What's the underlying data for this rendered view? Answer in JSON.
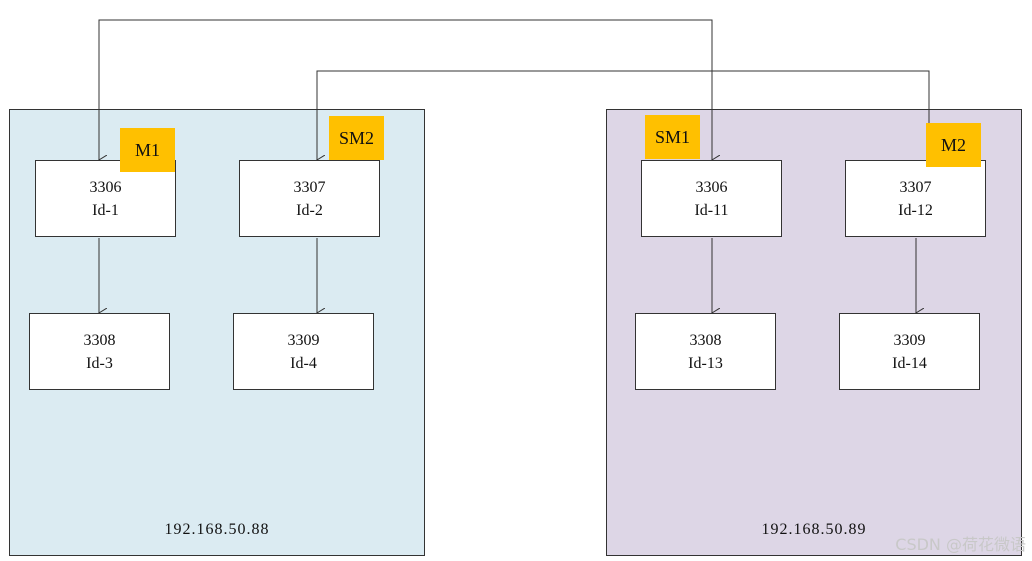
{
  "hosts": [
    {
      "ip": "192.168.50.88",
      "color": "#dbebf2"
    },
    {
      "ip": "192.168.50.89",
      "color": "#ddd6e6"
    }
  ],
  "nodes": {
    "a1": {
      "port": "3306",
      "id": "Id-1"
    },
    "a2": {
      "port": "3307",
      "id": "Id-2"
    },
    "a3": {
      "port": "3308",
      "id": "Id-3"
    },
    "a4": {
      "port": "3309",
      "id": "Id-4"
    },
    "b1": {
      "port": "3306",
      "id": "Id-11"
    },
    "b2": {
      "port": "3307",
      "id": "Id-12"
    },
    "b3": {
      "port": "3308",
      "id": "Id-13"
    },
    "b4": {
      "port": "3309",
      "id": "Id-14"
    }
  },
  "roles": {
    "a1": "M1",
    "a2": "SM2",
    "b1": "SM1",
    "b2": "M2",
    "color": "#ffc000"
  },
  "watermark": "CSDN @荷花微语"
}
